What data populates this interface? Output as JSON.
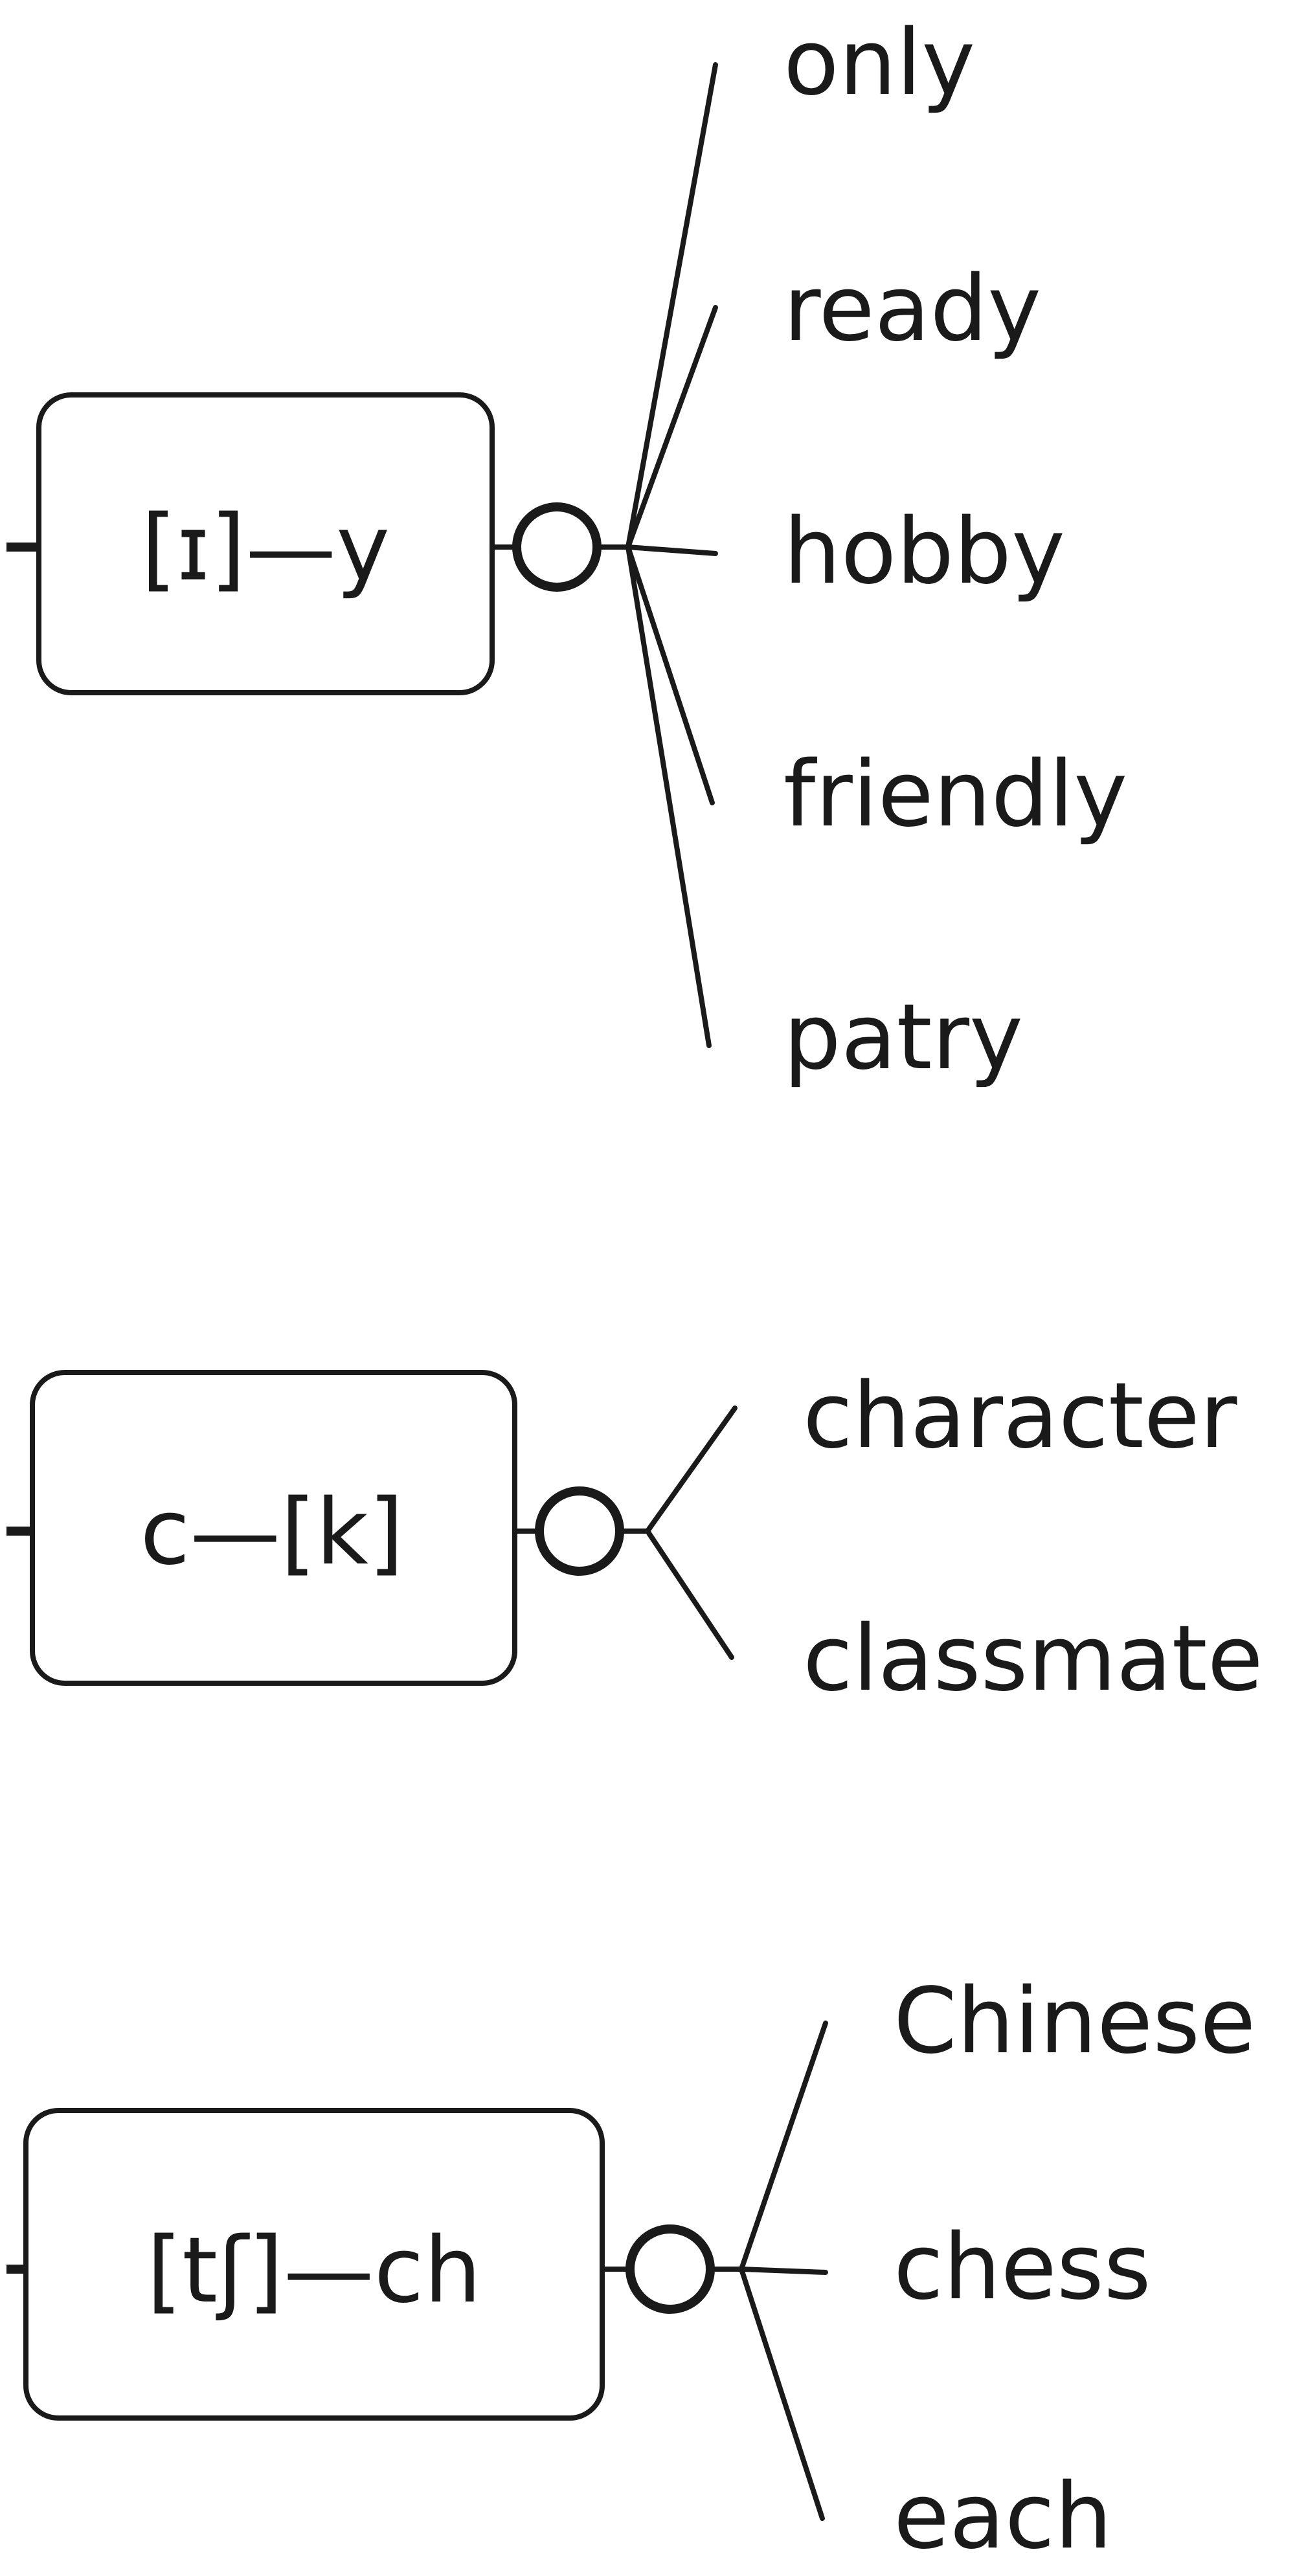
{
  "groups": [
    {
      "rule": "[ɪ]—y",
      "words": [
        "only",
        "ready",
        "hobby",
        "friendly",
        "patry"
      ]
    },
    {
      "rule": "c—[k]",
      "words": [
        "character",
        "classmate"
      ]
    },
    {
      "rule": "[tʃ]—ch",
      "words": [
        "Chinese",
        "chess",
        "each"
      ]
    }
  ],
  "colors": {
    "ink": "#1a1a1a",
    "background": "#ffffff"
  }
}
